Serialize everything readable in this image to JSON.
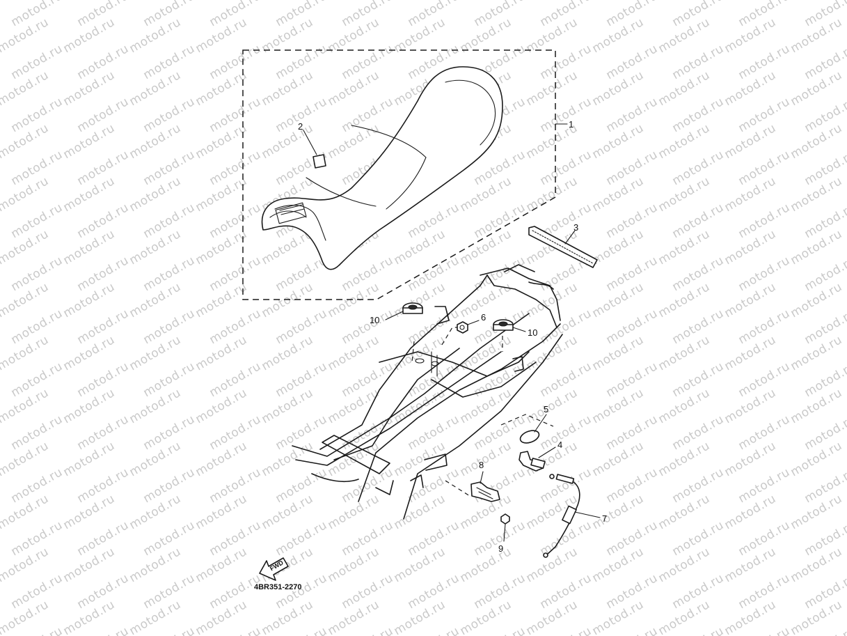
{
  "watermark": {
    "text": "motod.ru"
  },
  "diagram_code": "4BR351-2270",
  "direction_label": "FWD",
  "callouts": [
    {
      "id": "1",
      "label": "1"
    },
    {
      "id": "2",
      "label": "2"
    },
    {
      "id": "3",
      "label": "3"
    },
    {
      "id": "4",
      "label": "4"
    },
    {
      "id": "5",
      "label": "5"
    },
    {
      "id": "6",
      "label": "6"
    },
    {
      "id": "7",
      "label": "7"
    },
    {
      "id": "8",
      "label": "8"
    },
    {
      "id": "9",
      "label": "9"
    },
    {
      "id": "10a",
      "label": "10"
    },
    {
      "id": "10b",
      "label": "10"
    }
  ]
}
